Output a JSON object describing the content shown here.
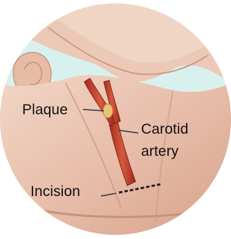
{
  "illustration": {
    "subject": "neck anatomy",
    "colors": {
      "background": "#ffffff",
      "circle_fill": "#d9f1ee",
      "skin_light": "#efd0bf",
      "skin_mid": "#e3b39e",
      "skin_shadow": "#c98f78",
      "artery": "#c9422e",
      "artery_dark": "#8f2318",
      "plaque": "#e8c47a",
      "incision": "#222222",
      "leader_line": "#333333",
      "label_text": "#111111"
    }
  },
  "labels": {
    "plaque": "Plaque",
    "carotid_artery_line1": "Carotid",
    "carotid_artery_line2": "artery",
    "incision": "Incision"
  }
}
